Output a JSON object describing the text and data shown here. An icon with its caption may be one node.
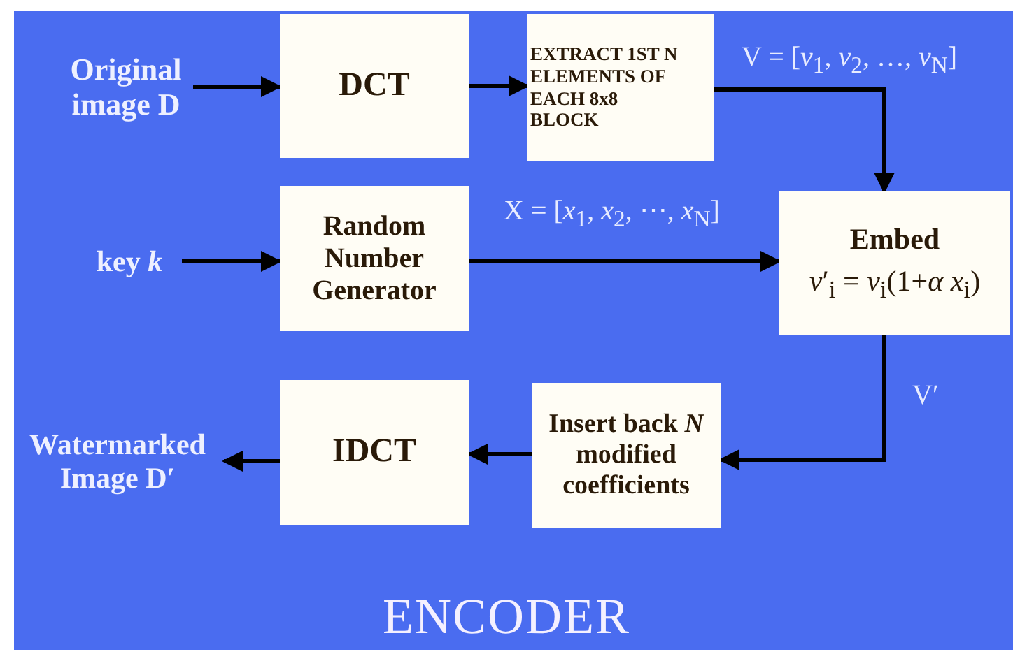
{
  "diagram": {
    "caption": "ENCODER",
    "nodes": [
      {
        "text": [
          "Original image D"
        ]
      },
      {
        "text": [
          "DCT"
        ]
      },
      {
        "text": [
          "EXTRACT 1ST N ELEMENTS OF EACH 8x8 BLOCK"
        ]
      },
      {
        "text": [
          "key *k*"
        ]
      },
      {
        "text": [
          "Random Number Generator"
        ]
      },
      {
        "text": [
          "Embed",
          "*v*′$_{i}$ = *v*$_{i}$(1+*α x*$_{i}$)"
        ]
      },
      {
        "text": [
          "Insert back *N* modified coefficients"
        ]
      },
      {
        "text": [
          "IDCT"
        ]
      },
      {
        "text": [
          "Watermarked Image D′"
        ]
      }
    ],
    "edges": [
      {
        "from": 0,
        "to": 1,
        "arrow": "to"
      },
      {
        "from": 1,
        "to": 2,
        "arrow": "to"
      },
      {
        "from": 2,
        "to": 5,
        "arrow": "to",
        "label": "V = [*v*$_{1}$, *v*$_{2}$, …, *v*$_{N}$]"
      },
      {
        "from": 3,
        "to": 4,
        "arrow": "to"
      },
      {
        "from": 4,
        "to": 5,
        "arrow": "to",
        "label": "X = [*x*$_{1}$, *x*$_{2}$, ⋯, *x*$_{N}$]"
      },
      {
        "from": 5,
        "to": 6,
        "arrow": "to",
        "label": "V′"
      },
      {
        "from": 6,
        "to": 7,
        "arrow": "to"
      },
      {
        "from": 7,
        "to": 8,
        "arrow": "to"
      }
    ]
  }
}
